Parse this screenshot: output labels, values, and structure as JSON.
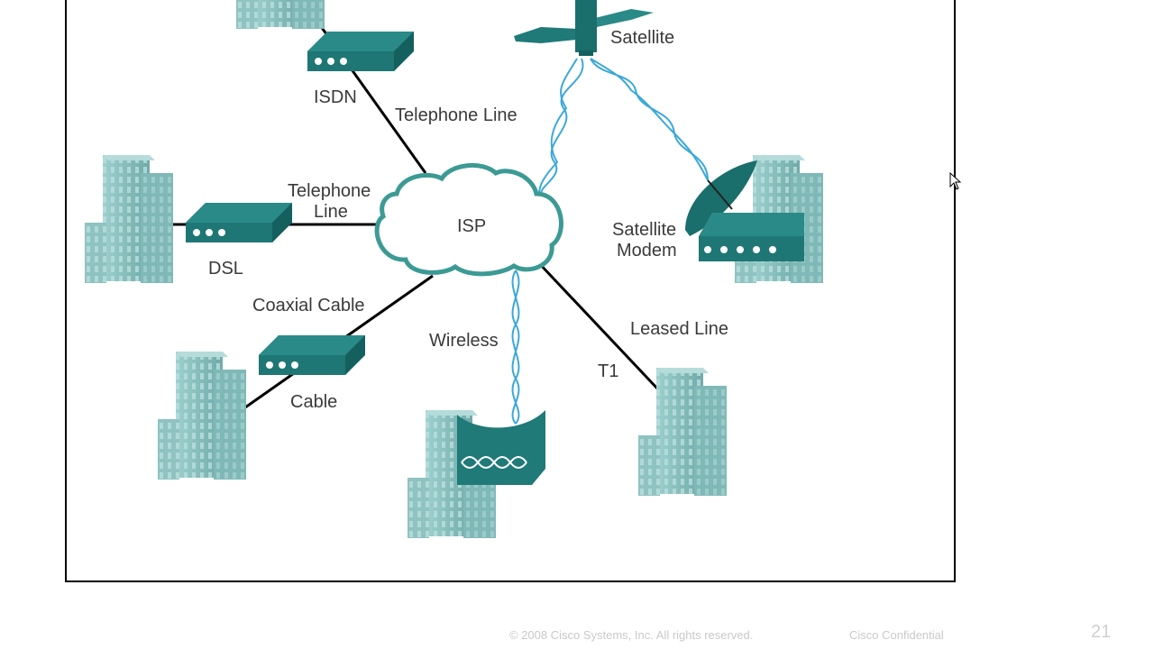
{
  "diagram": {
    "center_node": "ISP",
    "connections": [
      {
        "device": "ISDN",
        "medium": "Telephone Line",
        "type": "wired"
      },
      {
        "device": "DSL",
        "medium_line1": "Telephone",
        "medium_line2": "Line",
        "type": "wired"
      },
      {
        "device": "Cable",
        "medium": "Coaxial Cable",
        "type": "wired"
      },
      {
        "device": "Wireless",
        "type": "wireless"
      },
      {
        "device": "T1",
        "medium": "Leased Line",
        "type": "wired"
      },
      {
        "device_line1": "Satellite",
        "device_line2": "Modem",
        "via": "Satellite",
        "type": "wireless"
      }
    ]
  },
  "labels": {
    "satellite": "Satellite",
    "isdn": "ISDN",
    "isdn_line": "Telephone Line",
    "dsl_line_1": "Telephone",
    "dsl_line_2": "Line",
    "dsl": "DSL",
    "isp": "ISP",
    "sat_modem_1": "Satellite",
    "sat_modem_2": "Modem",
    "coax": "Coaxial Cable",
    "cable": "Cable",
    "wireless": "Wireless",
    "leased": "Leased Line",
    "t1": "T1"
  },
  "footer": {
    "copyright": "© 2008 Cisco Systems, Inc. All rights reserved.",
    "confidential": "Cisco Confidential",
    "page_number": "21"
  },
  "colors": {
    "device_teal": "#1f7a78",
    "building_teal": "#8ec4c2",
    "wireless_blue": "#3aa8d8",
    "cloud_outline": "#3c9a94"
  }
}
